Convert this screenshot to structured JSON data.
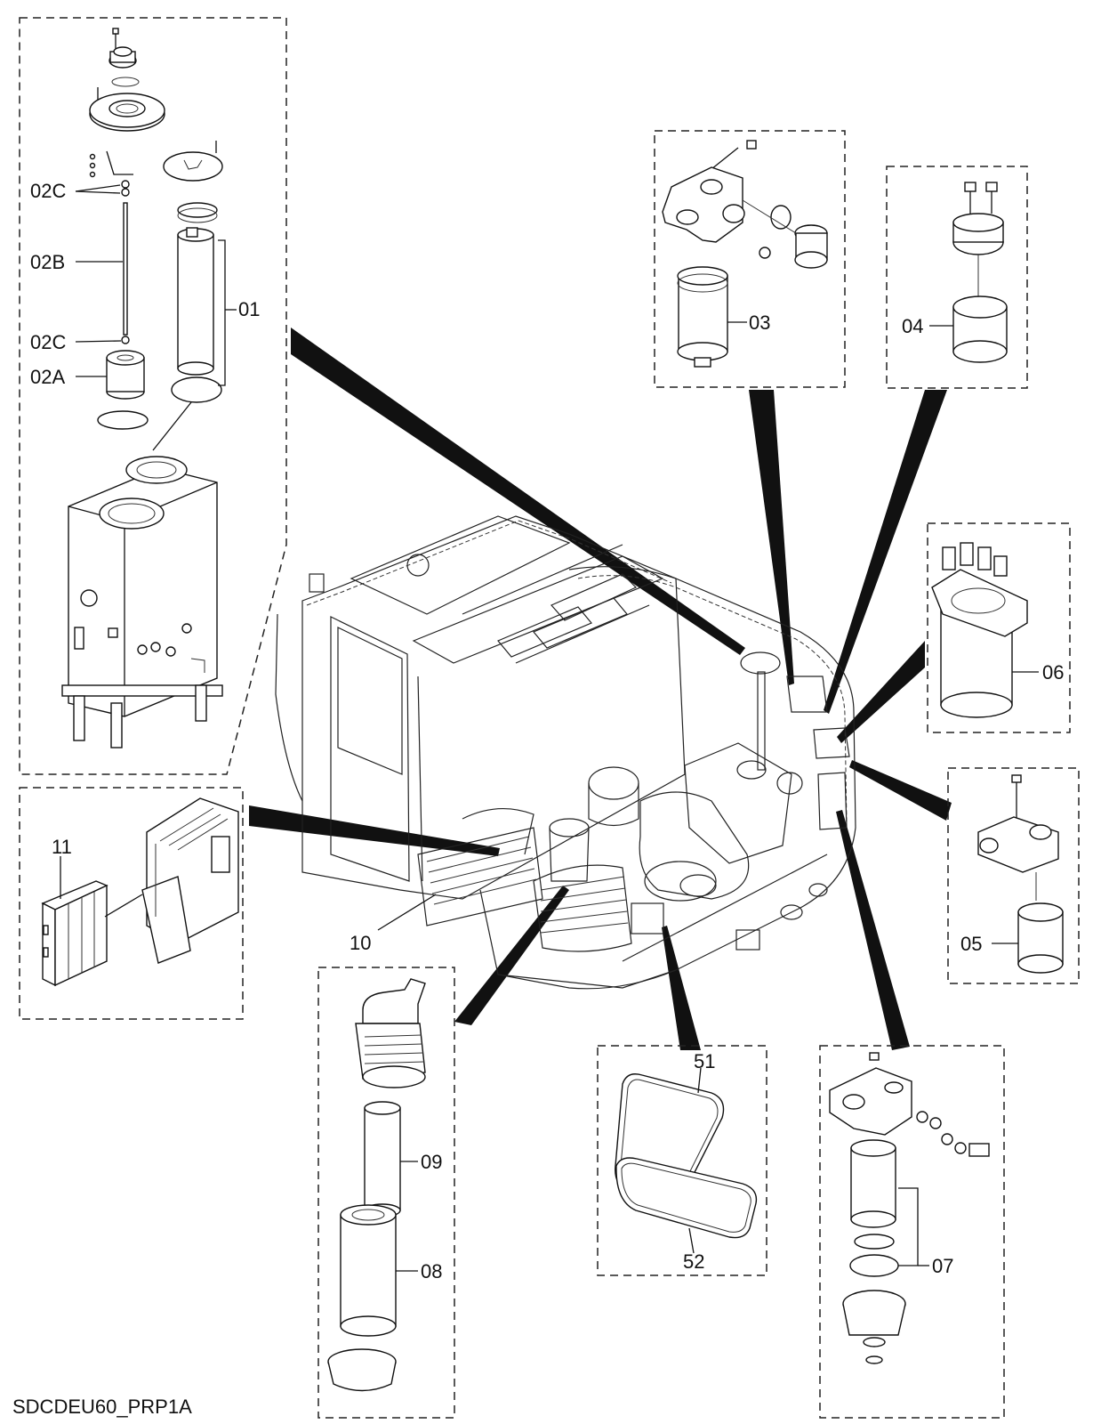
{
  "caption": "SDCDEU60_PRP1A",
  "labels": {
    "l01": "01",
    "l02a": "02A",
    "l02b": "02B",
    "l02c_top": "02C",
    "l02c_bottom": "02C",
    "l03": "03",
    "l04": "04",
    "l05": "05",
    "l06": "06",
    "l07": "07",
    "l08": "08",
    "l09": "09",
    "l10": "10",
    "l11": "11",
    "l51": "51",
    "l52": "52"
  }
}
